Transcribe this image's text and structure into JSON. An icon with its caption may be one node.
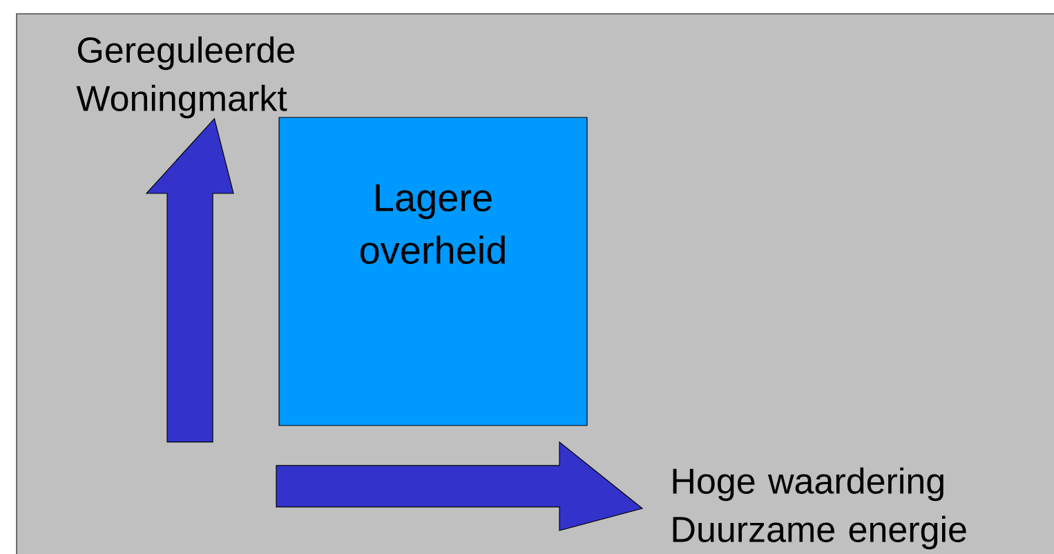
{
  "diagram": {
    "nodes": [
      {
        "text": [
          "Lagere overheid"
        ]
      },
      {
        "text": [
          "Gereguleerde Woningmarkt"
        ]
      },
      {
        "text": [
          "Hoge waardering Duurzame energie"
        ]
      }
    ],
    "edges": [
      {
        "from": null,
        "to": 1,
        "arrow": "to"
      },
      {
        "from": null,
        "to": 2,
        "arrow": "to"
      }
    ]
  }
}
